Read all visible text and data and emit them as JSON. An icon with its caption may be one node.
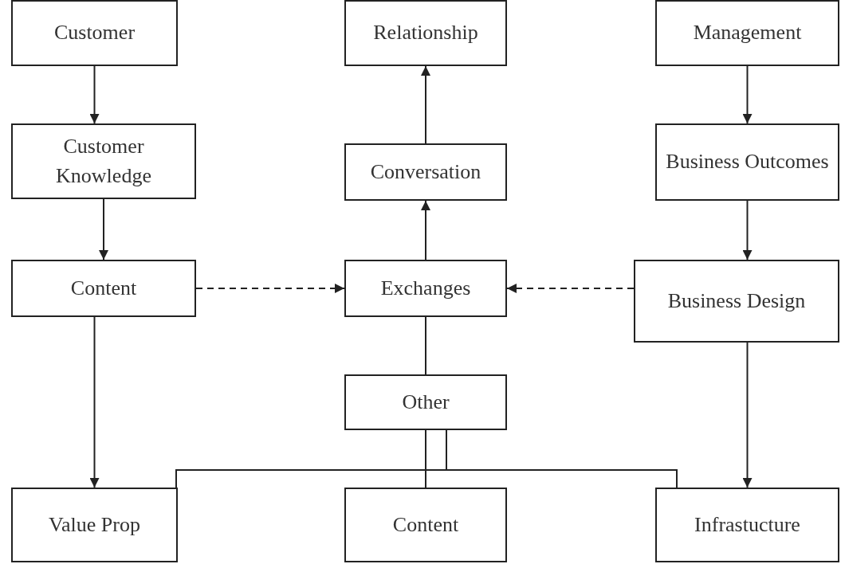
{
  "diagram": {
    "nodes": [
      {
        "text": [
          "Customer"
        ]
      },
      {
        "text": [
          "Relationship"
        ]
      },
      {
        "text": [
          "Management"
        ]
      },
      {
        "text": [
          "Customer Knowledge"
        ]
      },
      {
        "text": [
          "Conversation"
        ]
      },
      {
        "text": [
          "Business Outcomes"
        ]
      },
      {
        "text": [
          "Content"
        ]
      },
      {
        "text": [
          "Exchanges"
        ]
      },
      {
        "text": [
          "Business Design"
        ]
      },
      {
        "text": [
          "Other"
        ]
      },
      {
        "text": [
          "Value Prop"
        ]
      },
      {
        "text": [
          "Content"
        ]
      },
      {
        "text": [
          "Infrastucture"
        ]
      }
    ],
    "edges": [
      {
        "from": 0,
        "to": 3,
        "arrow": "to"
      },
      {
        "from": 3,
        "to": 6,
        "arrow": "to"
      },
      {
        "from": 6,
        "to": 10,
        "arrow": "to"
      },
      {
        "from": 2,
        "to": 5,
        "arrow": "to"
      },
      {
        "from": 5,
        "to": 8,
        "arrow": "to"
      },
      {
        "from": 8,
        "to": 12,
        "arrow": "to"
      },
      {
        "from": 7,
        "to": 4,
        "arrow": "to"
      },
      {
        "from": 4,
        "to": 1,
        "arrow": "to"
      },
      {
        "from": 6,
        "to": 7,
        "arrow": "to",
        "style": "dashed"
      },
      {
        "from": 8,
        "to": 7,
        "arrow": "to",
        "style": "dashed"
      },
      {
        "from": 7,
        "to": 9,
        "arrow": "none"
      },
      {
        "from": 9,
        "to": 11,
        "arrow": "none"
      },
      {
        "from": 9,
        "to": 10,
        "arrow": "none"
      },
      {
        "from": 9,
        "to": 12,
        "arrow": "none"
      }
    ]
  }
}
